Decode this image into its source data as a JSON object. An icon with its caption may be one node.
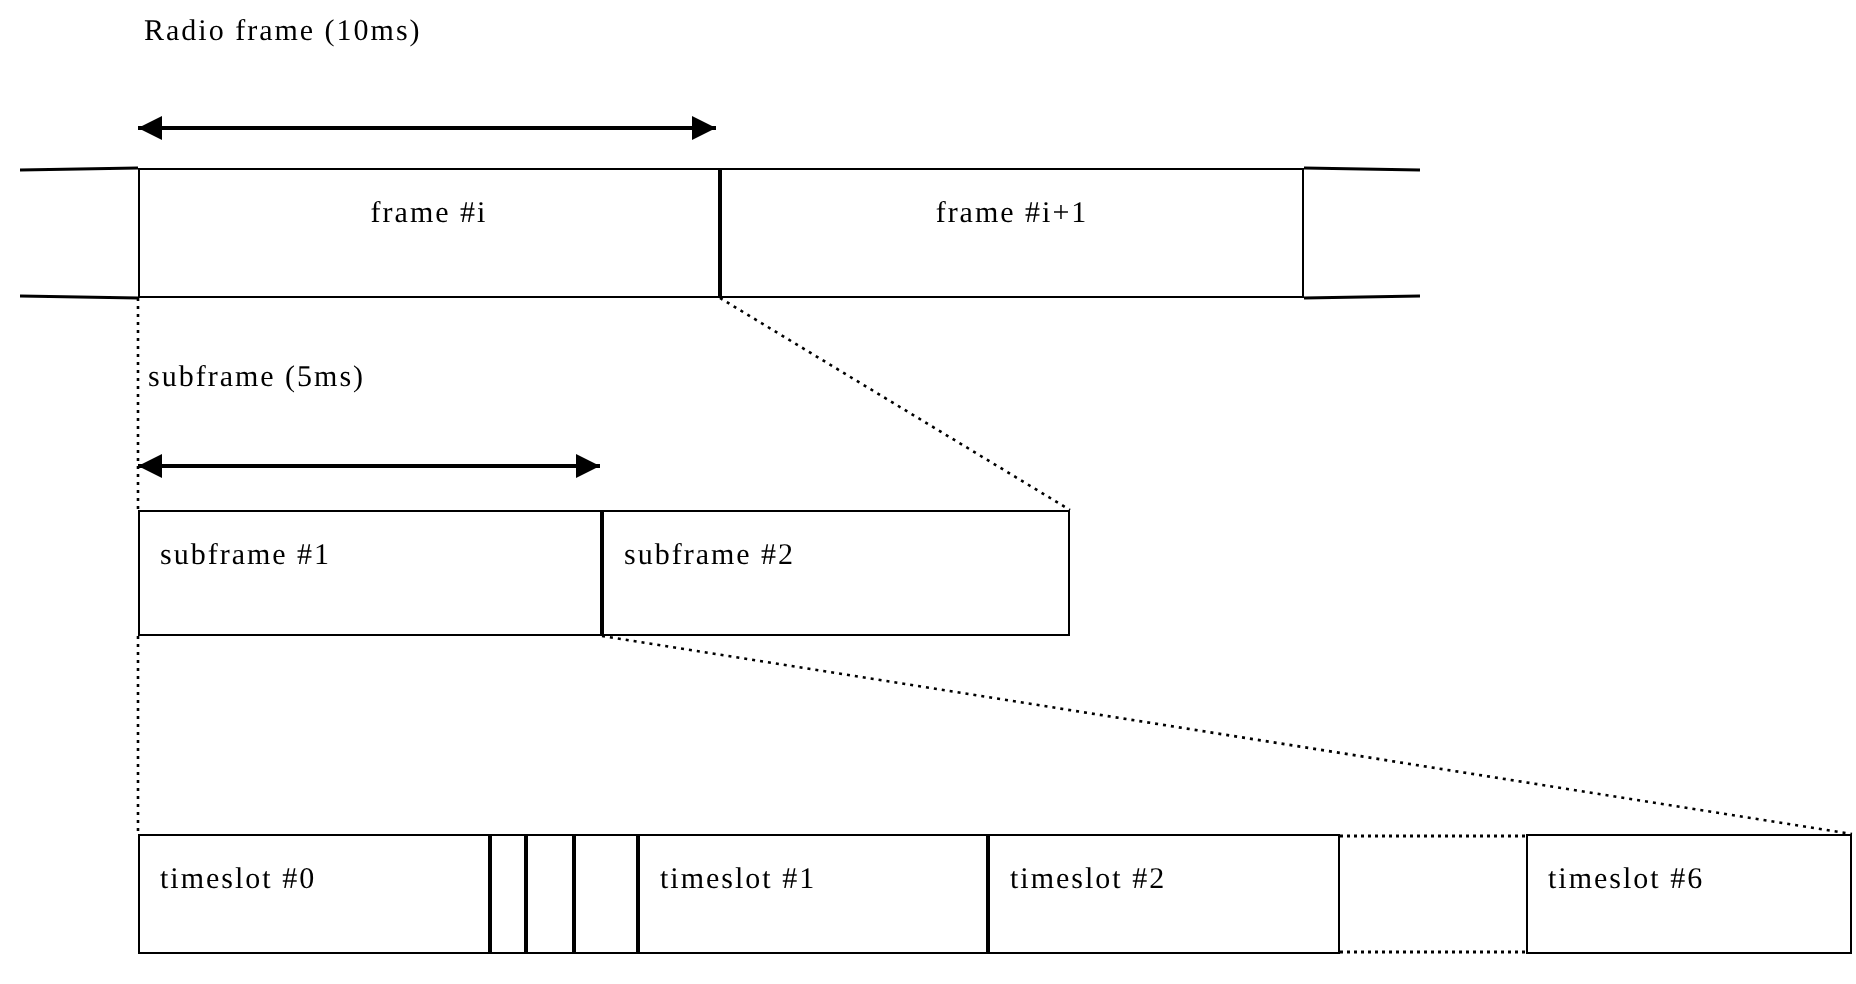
{
  "diagram": {
    "nodes": [
      {
        "text": [
          "frame #i"
        ]
      },
      {
        "text": [
          "frame #i+1"
        ]
      },
      {
        "text": [
          "subframe #1"
        ]
      },
      {
        "text": [
          "subframe #2"
        ]
      },
      {
        "text": [
          "timeslot #0"
        ]
      },
      {
        "text": [],
        "shape": "box"
      },
      {
        "text": [],
        "shape": "box"
      },
      {
        "text": [],
        "shape": "box"
      },
      {
        "text": [
          "timeslot #1"
        ]
      },
      {
        "text": [
          "timeslot #2"
        ]
      },
      {
        "text": [
          "timeslot #6"
        ]
      }
    ],
    "edges": [
      {
        "from": 0,
        "to": 2,
        "arrow": "none",
        "style": "dashed"
      },
      {
        "from": 0,
        "to": 3,
        "arrow": "none",
        "style": "dashed"
      },
      {
        "from": 2,
        "to": 4,
        "arrow": "none",
        "style": "dashed"
      },
      {
        "from": 2,
        "to": 10,
        "arrow": "none",
        "style": "dashed"
      }
    ],
    "labels": [
      "Radio frame (10ms)",
      "subframe (5ms)"
    ]
  }
}
